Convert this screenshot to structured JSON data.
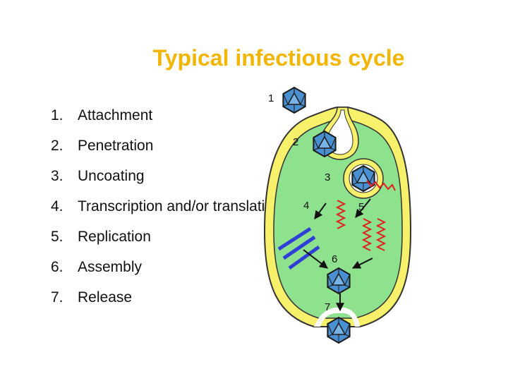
{
  "title": "Typical infectious cycle",
  "steps": [
    {
      "num": "1.",
      "label": "Attachment"
    },
    {
      "num": "2.",
      "label": "Penetration"
    },
    {
      "num": "3.",
      "label": "Uncoating"
    },
    {
      "num": "4.",
      "label": "Transcription and/or translation"
    },
    {
      "num": "5.",
      "label": "Replication"
    },
    {
      "num": "6.",
      "label": "Assembly"
    },
    {
      "num": "7.",
      "label": "Release"
    }
  ],
  "diagram": {
    "labels": [
      "1",
      "2",
      "3",
      "4",
      "5",
      "6",
      "7"
    ],
    "colors": {
      "membrane": "#f7f06b",
      "cytoplasm": "#8ee28e",
      "virion": "#4a8fd0",
      "mrna": "#e02020",
      "nucleic_acid": "#2f3fd6",
      "title": "#f2b500"
    }
  }
}
